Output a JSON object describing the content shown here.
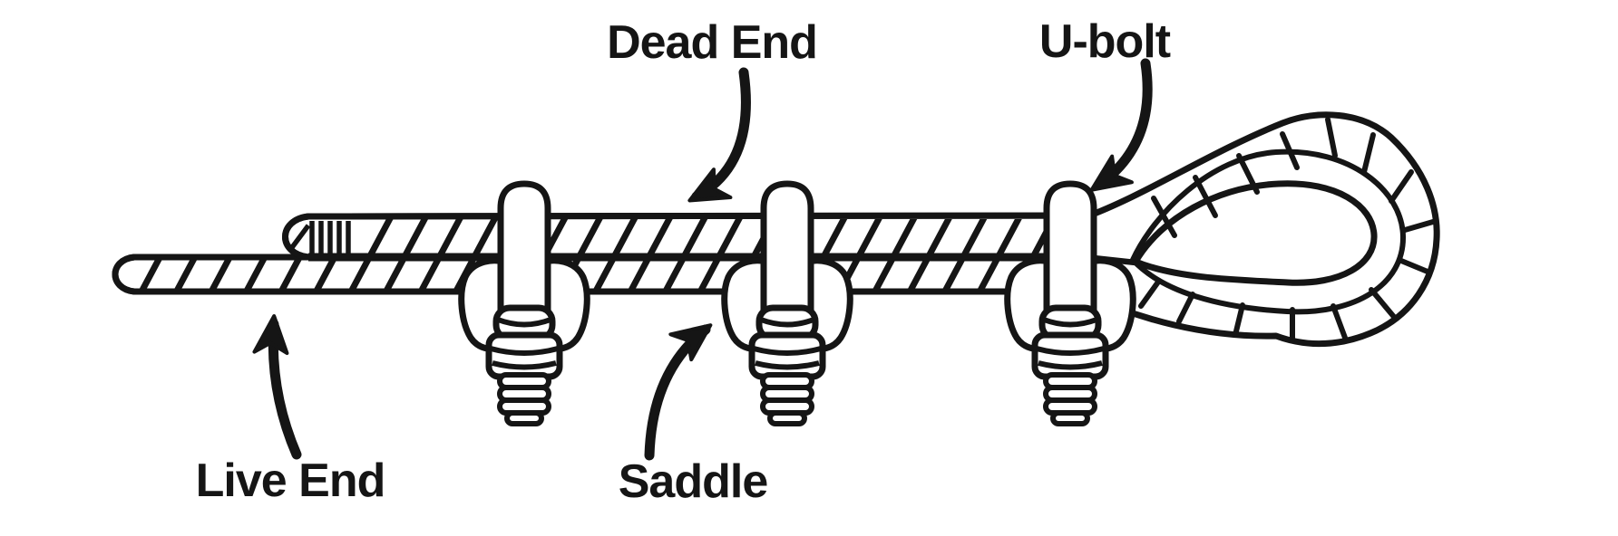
{
  "figure": {
    "colors": {
      "ink": "#151515",
      "background": "#ffffff"
    },
    "labels": {
      "dead_end": "Dead End",
      "u_bolt": "U-bolt",
      "live_end": "Live End",
      "saddle": "Saddle"
    }
  }
}
